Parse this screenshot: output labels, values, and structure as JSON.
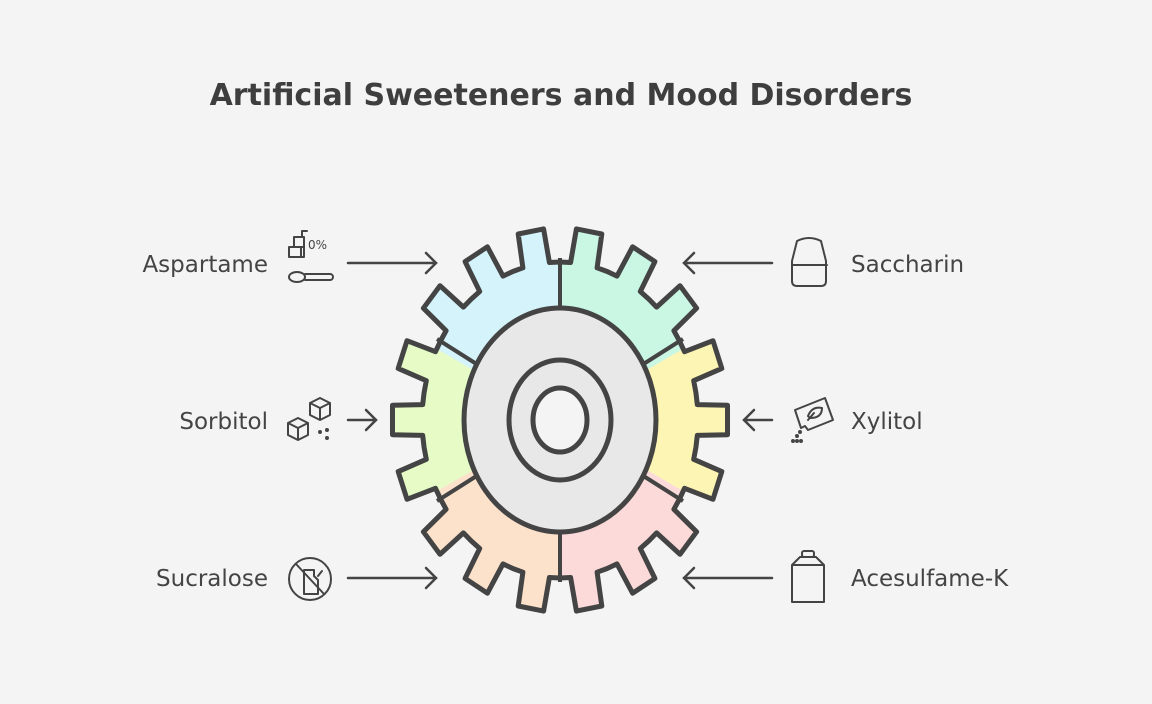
{
  "title": "Artificial Sweeteners and Mood Disorders",
  "items": [
    {
      "label": "Aspartame",
      "icon": "sugar-cubes-spoon-icon",
      "side": "left",
      "color": "#d4f3fb"
    },
    {
      "label": "Sorbitol",
      "icon": "sugar-cubes-icon",
      "side": "left",
      "color": "#e6fbc6"
    },
    {
      "label": "Sucralose",
      "icon": "no-sugar-icon",
      "side": "left",
      "color": "#fde2cb"
    },
    {
      "label": "Saccharin",
      "icon": "jar-icon",
      "side": "right",
      "color": "#c9f7e3"
    },
    {
      "label": "Xylitol",
      "icon": "sweetener-packet-icon",
      "side": "right",
      "color": "#fdf5b4"
    },
    {
      "label": "Acesulfame-K",
      "icon": "milk-can-icon",
      "side": "right",
      "color": "#fddada"
    }
  ],
  "aspartame_icon_text": "0%"
}
